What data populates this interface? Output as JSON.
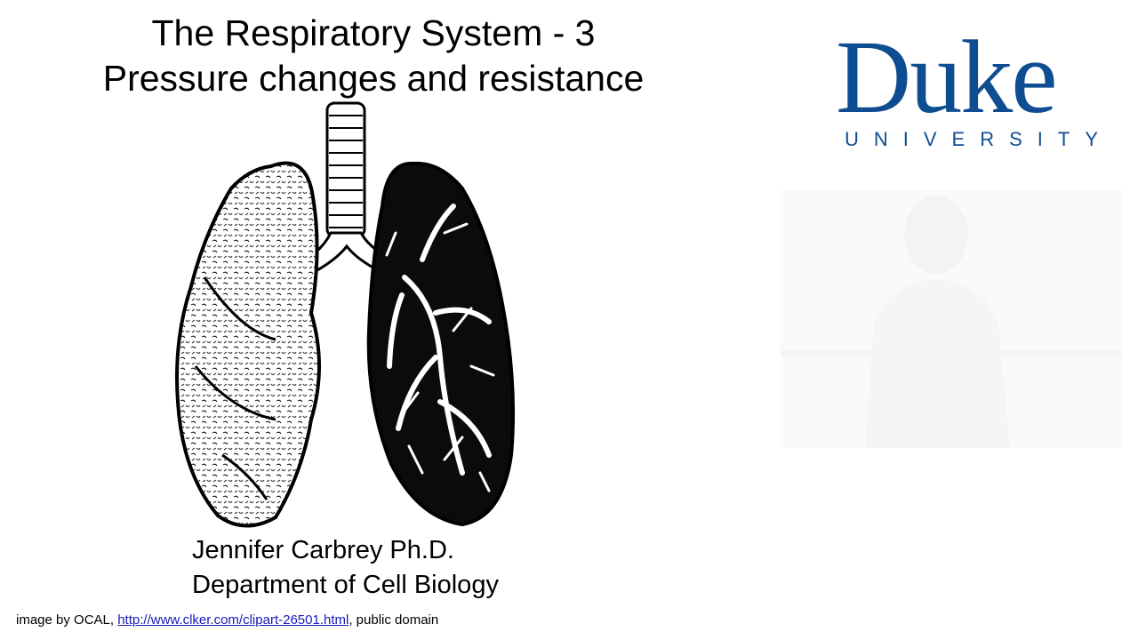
{
  "slide": {
    "title_line1": "The Respiratory System - 3",
    "title_line2": "Pressure changes and resistance",
    "author_name": "Jennifer Carbrey Ph.D.",
    "author_department": "Department of Cell Biology"
  },
  "logo": {
    "name": "Duke",
    "subtitle": "UNIVERSITY",
    "color": "#0f4d92"
  },
  "illustration": {
    "icon": "lungs-illustration"
  },
  "credit": {
    "prefix": "image by OCAL, ",
    "link_text": "http://www.clker.com/clipart-26501.html",
    "suffix": ", public domain",
    "link_color": "#1a1ab8"
  }
}
